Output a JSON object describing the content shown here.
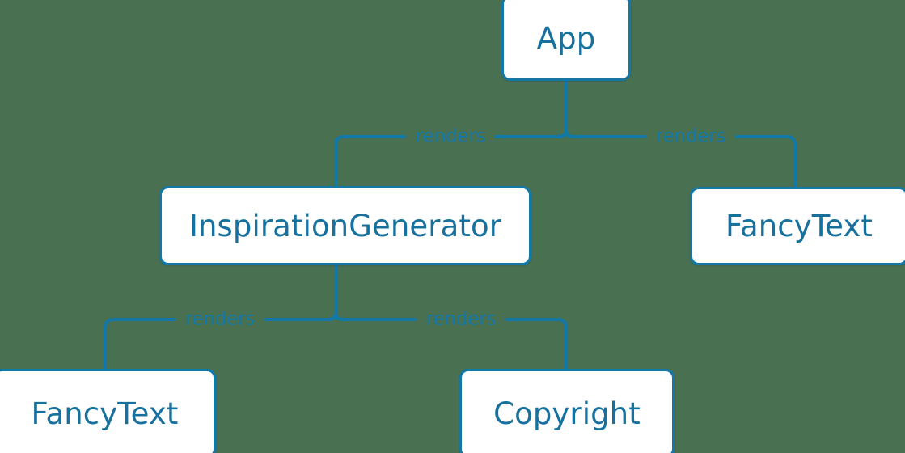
{
  "diagram": {
    "type": "component-tree",
    "background_color": "#4a7052",
    "node_fill": "#ffffff",
    "node_border_color": "#1278a8",
    "node_text_color": "#17719e",
    "edge_color": "#1278a8",
    "edge_label_color": "#1278a8",
    "nodes": [
      {
        "id": "app",
        "label": "App"
      },
      {
        "id": "inspiration",
        "label": "InspirationGenerator"
      },
      {
        "id": "fancytext_right",
        "label": "FancyText"
      },
      {
        "id": "fancytext_left",
        "label": "FancyText"
      },
      {
        "id": "copyright",
        "label": "Copyright"
      }
    ],
    "edges": [
      {
        "id": "app_inspiration",
        "from": "app",
        "to": "inspiration",
        "label": "renders"
      },
      {
        "id": "app_fancytext",
        "from": "app",
        "to": "fancytext_right",
        "label": "renders"
      },
      {
        "id": "ig_fancytext",
        "from": "inspiration",
        "to": "fancytext_left",
        "label": "renders"
      },
      {
        "id": "ig_copyright",
        "from": "inspiration",
        "to": "copyright",
        "label": "renders"
      }
    ]
  }
}
